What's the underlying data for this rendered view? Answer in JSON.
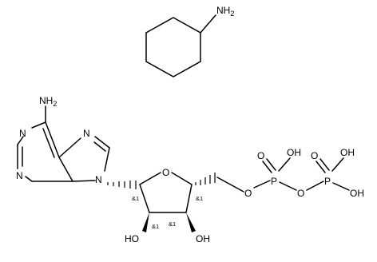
{
  "diagram": {
    "cyclohexylamine": {
      "amine": "NH2"
    },
    "adenine": {
      "amino": "NH2",
      "n1": "N",
      "n3": "N",
      "n7": "N",
      "n9": "N"
    },
    "ribose": {
      "ring_oxygen": "O",
      "hydroxyl_2": "HO",
      "hydroxyl_3": "OH",
      "stereo_c1": "&1",
      "stereo_c2": "&1",
      "stereo_c3": "&1",
      "stereo_c4": "&1"
    },
    "phosphate": {
      "ester_oxygen": "O",
      "p_alpha": "P",
      "p_alpha_double_o": "O",
      "p_alpha_oh": "OH",
      "bridge_oxygen": "O",
      "p_beta": "P",
      "p_beta_double_o": "O",
      "p_beta_oh_top": "OH",
      "p_beta_oh_right": "OH"
    }
  }
}
